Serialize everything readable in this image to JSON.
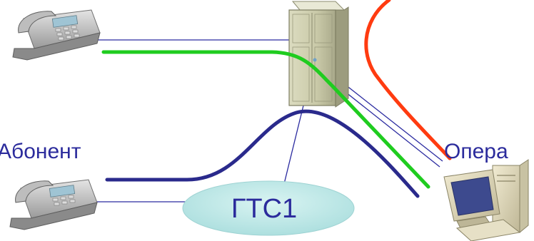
{
  "labels": {
    "subscriber": "Абонент",
    "operator": "Опера",
    "city_exchange": "ГТС1"
  },
  "icons": {
    "telephone_top": "desk-telephone-icon",
    "telephone_bottom": "desk-telephone-icon",
    "switch": "server-cabinet-icon",
    "operator_pc": "desktop-computer-icon"
  },
  "colors": {
    "label_text": "#2b2b9c",
    "thin_line": "#2b2ba0",
    "green_line": "#1fcc1f",
    "navy_line": "#2a2a8c",
    "red_line": "#ff3b10",
    "cloud_fill": "#b8e6e6"
  }
}
